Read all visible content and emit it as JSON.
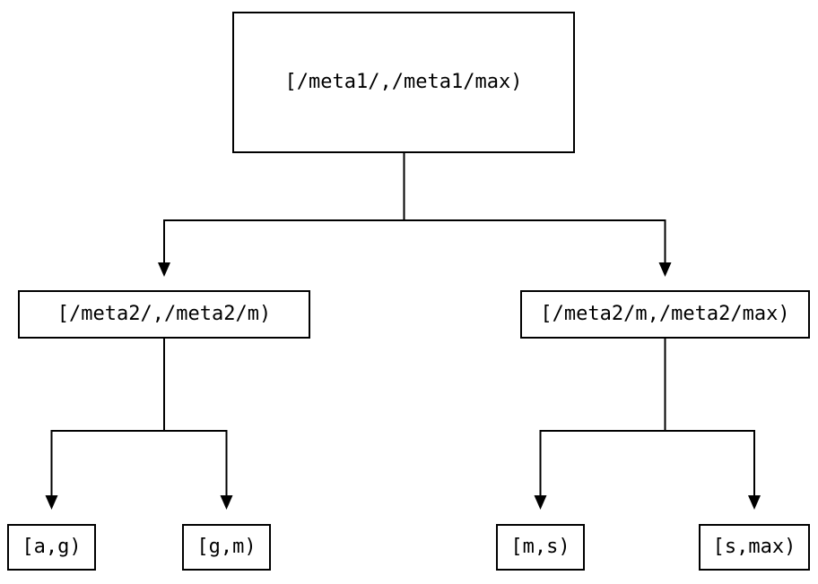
{
  "colors": {
    "line": "#000000",
    "text": "#000000",
    "background": "#ffffff"
  },
  "tree": {
    "root": {
      "label": "[/meta1/,/meta1/max)"
    },
    "level2": [
      {
        "label": "[/meta2/,/meta2/m)"
      },
      {
        "label": "[/meta2/m,/meta2/max)"
      }
    ],
    "leaves": [
      {
        "label": "[a,g)"
      },
      {
        "label": "[g,m)"
      },
      {
        "label": "[m,s)"
      },
      {
        "label": "[s,max)"
      }
    ]
  }
}
